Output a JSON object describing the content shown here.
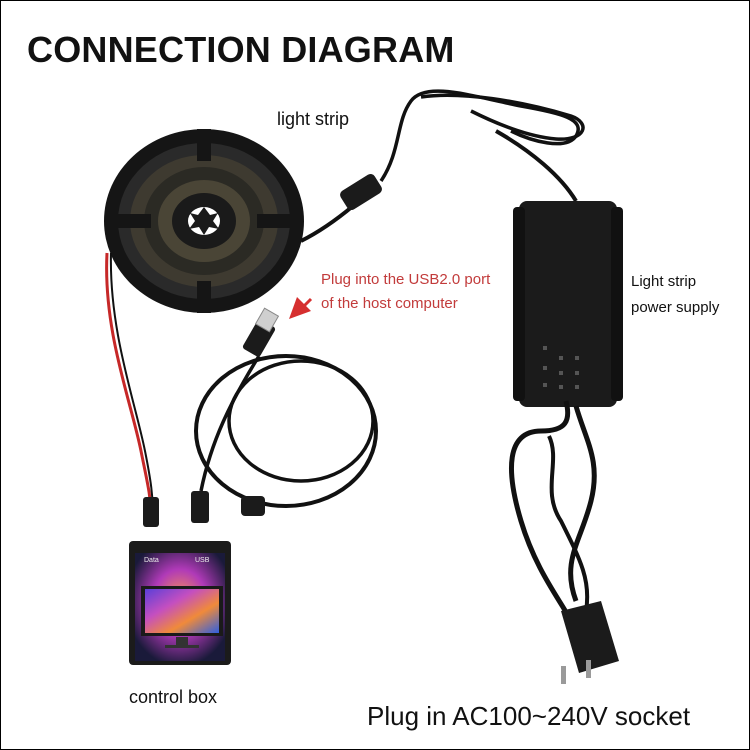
{
  "title": "CONNECTION DIAGRAM",
  "labels": {
    "light_strip": "light strip",
    "usb_line1": "Plug into the USB2.0 port",
    "usb_line2": "of the host computer",
    "psu_line1": "Light strip",
    "psu_line2": "power supply",
    "control_box": "control box",
    "socket": "Plug in AC100~240V socket"
  },
  "control_box_ports": {
    "data": "Data",
    "usb": "USB"
  },
  "colors": {
    "accent_red": "#c23b3b",
    "arrow_red": "#d62f2f",
    "device_black": "#1b1b1b",
    "wire_red": "#c62828"
  }
}
